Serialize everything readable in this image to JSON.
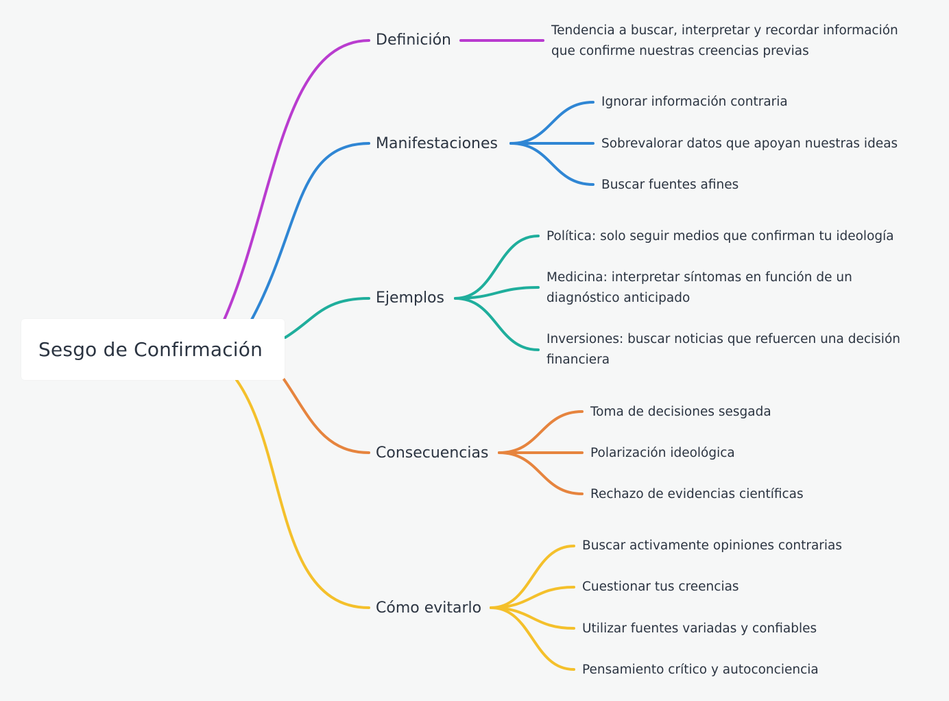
{
  "root": {
    "label": "Sesgo de Confirmación"
  },
  "colors": {
    "definicion": "#b93ccf",
    "manifestaciones": "#2f86d4",
    "ejemplos": "#1fae9c",
    "consecuencias": "#e6843e",
    "evitar": "#f4c02b"
  },
  "branches": [
    {
      "label": "Definición",
      "leaves": [
        {
          "lines": [
            "Tendencia a buscar, interpretar y recordar información",
            "que confirme nuestras creencias previas"
          ]
        }
      ]
    },
    {
      "label": "Manifestaciones",
      "leaves": [
        {
          "lines": [
            "Ignorar información contraria"
          ]
        },
        {
          "lines": [
            "Sobrevalorar datos que apoyan nuestras ideas"
          ]
        },
        {
          "lines": [
            "Buscar fuentes afines"
          ]
        }
      ]
    },
    {
      "label": "Ejemplos",
      "leaves": [
        {
          "lines": [
            "Política: solo seguir medios que confirman tu ideología"
          ]
        },
        {
          "lines": [
            "Medicina: interpretar síntomas en función de un",
            "diagnóstico anticipado"
          ]
        },
        {
          "lines": [
            "Inversiones: buscar noticias que refuercen una decisión",
            "financiera"
          ]
        }
      ]
    },
    {
      "label": "Consecuencias",
      "leaves": [
        {
          "lines": [
            "Toma de decisiones sesgada"
          ]
        },
        {
          "lines": [
            "Polarización ideológica"
          ]
        },
        {
          "lines": [
            "Rechazo de evidencias científicas"
          ]
        }
      ]
    },
    {
      "label": "Cómo evitarlo",
      "leaves": [
        {
          "lines": [
            "Buscar activamente opiniones contrarias"
          ]
        },
        {
          "lines": [
            "Cuestionar tus creencias"
          ]
        },
        {
          "lines": [
            "Utilizar fuentes variadas y confiables"
          ]
        },
        {
          "lines": [
            "Pensamiento crítico y autoconciencia"
          ]
        }
      ]
    }
  ]
}
